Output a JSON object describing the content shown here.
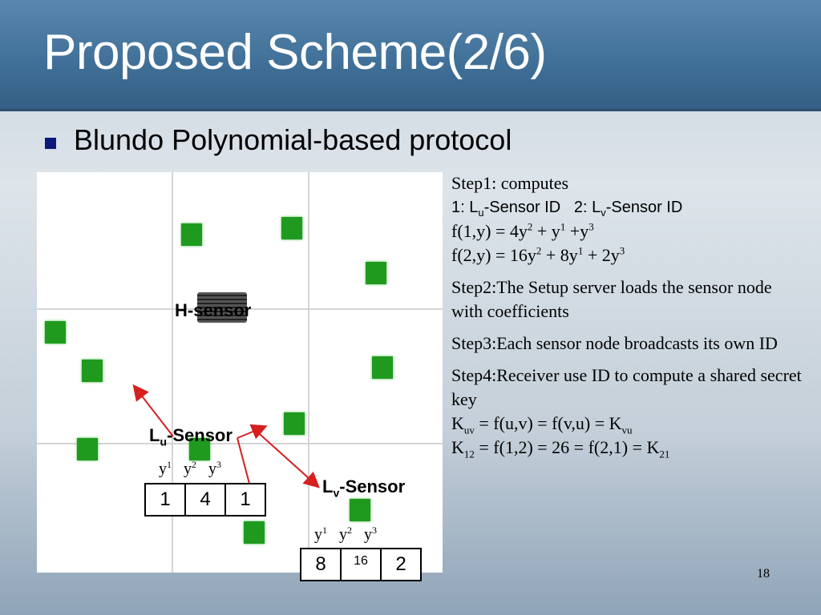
{
  "slide": {
    "title": "Proposed Scheme(2/6)",
    "bullet": "Blundo Polynomial-based protocol",
    "page_number": "18"
  },
  "figure": {
    "h_sensor_label": "H-sensor",
    "lu_label": {
      "main": "L",
      "sub": "u",
      "rest": "-Sensor"
    },
    "lv_label": {
      "main": "L",
      "sub": "v",
      "rest": "-Sensor"
    },
    "exponent_labels": [
      {
        "base": "y",
        "exp": "1"
      },
      {
        "base": "y",
        "exp": "2"
      },
      {
        "base": "y",
        "exp": "3"
      }
    ],
    "lu_coefficients": [
      "1",
      "4",
      "1"
    ],
    "lv_coefficients": [
      "8",
      "16",
      "2"
    ],
    "colors": {
      "node": "#1f9a1f",
      "arrow": "#d62020"
    }
  },
  "steps": {
    "step1_title": "Step1: computes",
    "step1_ids": {
      "p1": "1: L",
      "p1_sub": "u",
      "p1_rest": "-Sensor ID   2: L",
      "p2_sub": "v",
      "p2_rest": "-Sensor ID"
    },
    "f1": {
      "a": "f(1,y) = 4y",
      "e1": "2",
      "b": " + y",
      "e2": "1",
      "c": " +y",
      "e3": "3"
    },
    "f2": {
      "a": "f(2,y) = 16y",
      "e1": "2",
      "b": " + 8y",
      "e2": "1",
      "c": " + 2y",
      "e3": "3"
    },
    "step2": "Step2:The Setup server loads the sensor node with coefficients",
    "step3": "Step3:Each sensor node broadcasts its own ID",
    "step4": "Step4:Receiver use ID to compute a shared secret key",
    "kuv": {
      "a": "K",
      "s1": "uv",
      "b": " = f(u,v) = f(v,u) = K",
      "s2": "vu"
    },
    "k12": {
      "a": "K",
      "s1": "12",
      "b": " = f(1,2) = 26 = f(2,1) = K",
      "s2": "21"
    }
  }
}
